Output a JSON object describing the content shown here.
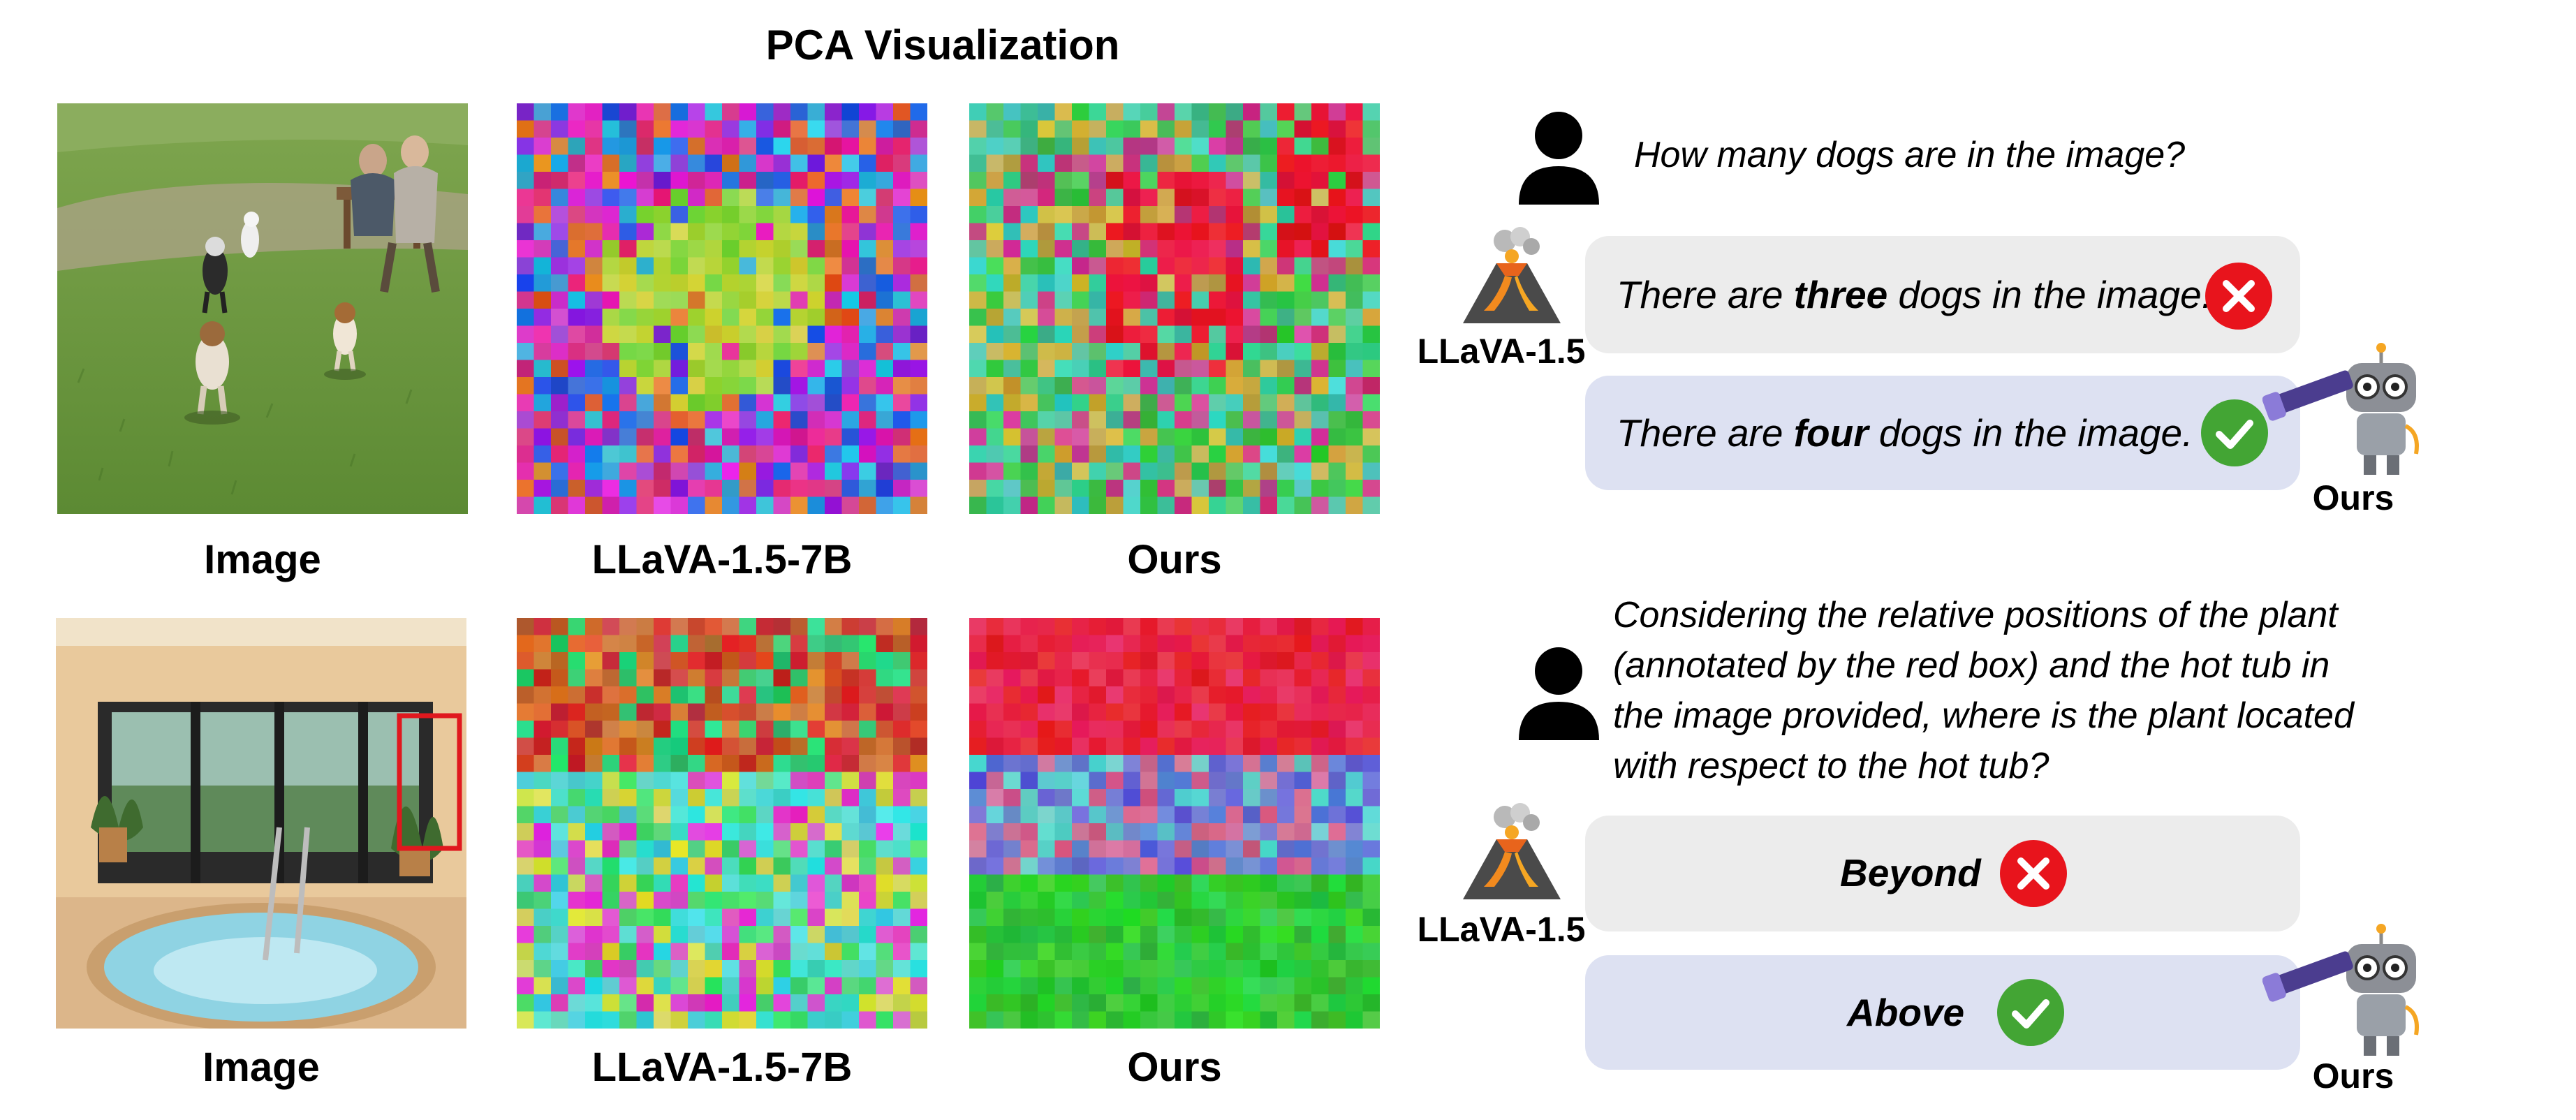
{
  "figure": {
    "title": "PCA Visualization",
    "rows": [
      {
        "captions": {
          "image": "Image",
          "baseline": "LLaVA-1.5-7B",
          "ours": "Ours"
        },
        "question": [
          "How many dogs  are in the image?"
        ],
        "baseline_model": "LLaVA-1.5",
        "baseline_answer": {
          "pre": "There are ",
          "emph": "three",
          "post": " dogs in the image.",
          "verdict": "wrong"
        },
        "ours_model": "Ours",
        "ours_answer": {
          "pre": "There are ",
          "emph": "four",
          "post": " dogs in the image.",
          "verdict": "correct"
        }
      },
      {
        "captions": {
          "image": "Image",
          "baseline": "LLaVA-1.5-7B",
          "ours": "Ours"
        },
        "question": [
          "Considering the relative positions of the plant",
          "(annotated by the red box) and the hot tub in",
          "the image provided, where is the plant located",
          "with respect to the hot tub?"
        ],
        "baseline_model": "LLaVA-1.5",
        "baseline_answer": {
          "text": "Beyond",
          "verdict": "wrong"
        },
        "ours_model": "Ours",
        "ours_answer": {
          "text": "Above",
          "verdict": "correct"
        }
      }
    ]
  },
  "icons": {
    "user": "user-silhouette-icon",
    "baseline": "volcano-icon",
    "ours": "robot-telescope-icon",
    "wrong": "red-x-icon",
    "correct": "green-check-icon"
  },
  "colors": {
    "wrong": "#e8141c",
    "correct": "#43a534",
    "wrong_bubble": "#ececec",
    "right_bubble": "#dde1f2"
  }
}
